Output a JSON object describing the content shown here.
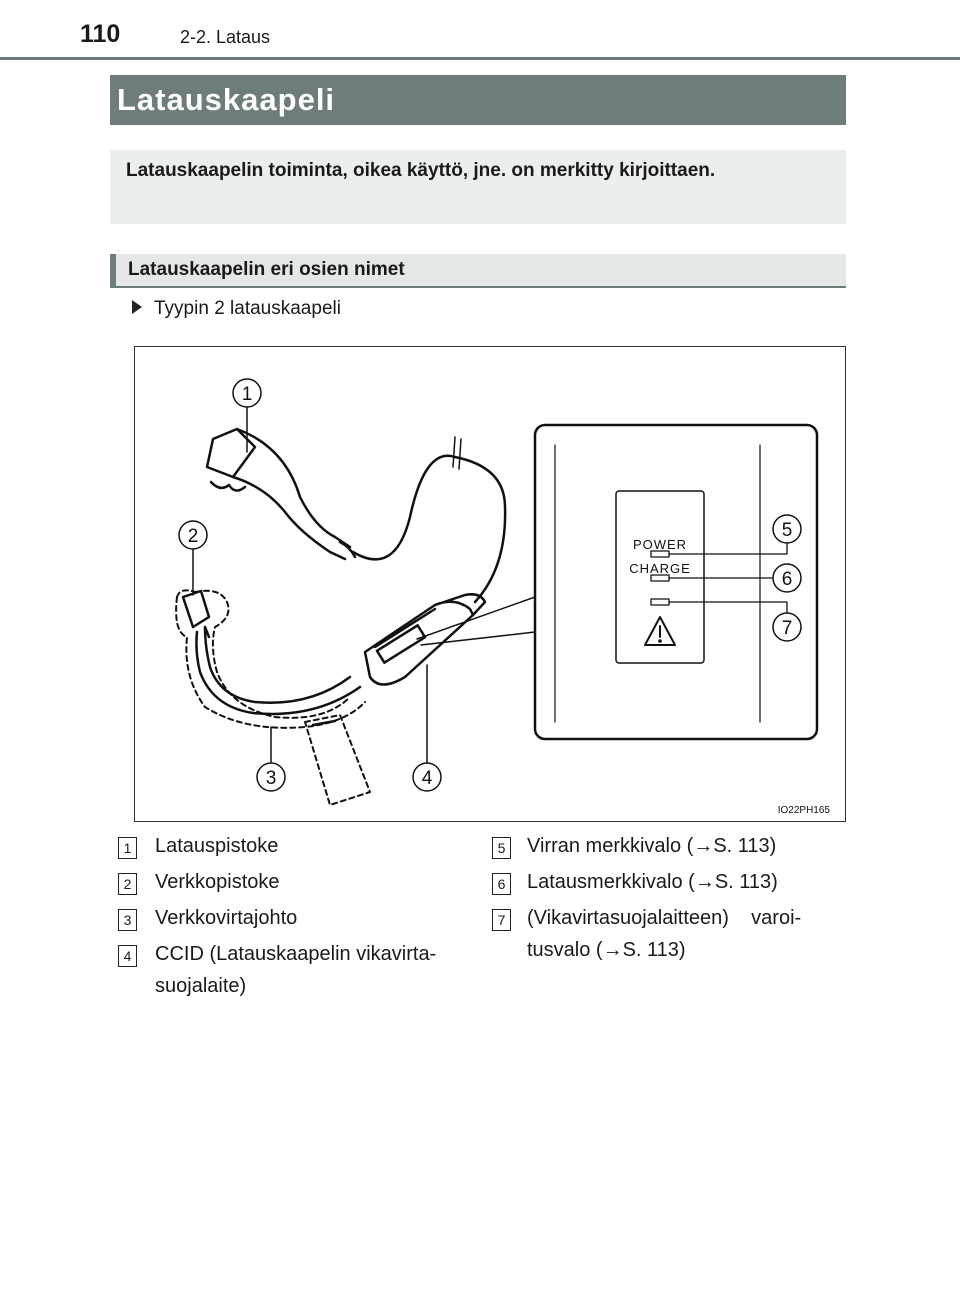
{
  "header": {
    "page_number": "110",
    "section": "2-2. Lataus"
  },
  "title": "Latauskaapeli",
  "intro": "Latauskaapelin toiminta, oikea käyttö, jne. on merkitty kirjoittaen.",
  "sub_heading": "Latauskaapelin eri osien nimet",
  "bullet": "Tyypin 2 latauskaapeli",
  "figure": {
    "id": "IO22PH165",
    "panel_labels": {
      "power": "POWER",
      "charge": "CHARGE"
    },
    "callouts": [
      "1",
      "2",
      "3",
      "4",
      "5",
      "6",
      "7"
    ]
  },
  "legend": [
    {
      "num": "1",
      "lines": [
        "Latauspistoke"
      ]
    },
    {
      "num": "2",
      "lines": [
        "Verkkopistoke"
      ]
    },
    {
      "num": "3",
      "lines": [
        "Verkkovirtajohto"
      ]
    },
    {
      "num": "4",
      "lines": [
        "CCID (Latauskaapelin vikavirta-",
        "suojalaite)"
      ]
    },
    {
      "num": "5",
      "lines": [
        "Virran merkkivalo (→S. 113)"
      ]
    },
    {
      "num": "6",
      "lines": [
        "Latausmerkkivalo (→S. 113)"
      ]
    },
    {
      "num": "7",
      "lines": [
        "(Vikavirtasuojalaitteen)    varoi-",
        "tusvalo (→S. 113)"
      ]
    }
  ],
  "colors": {
    "accent": "#6e7c7b",
    "box": "#ebeeee"
  }
}
